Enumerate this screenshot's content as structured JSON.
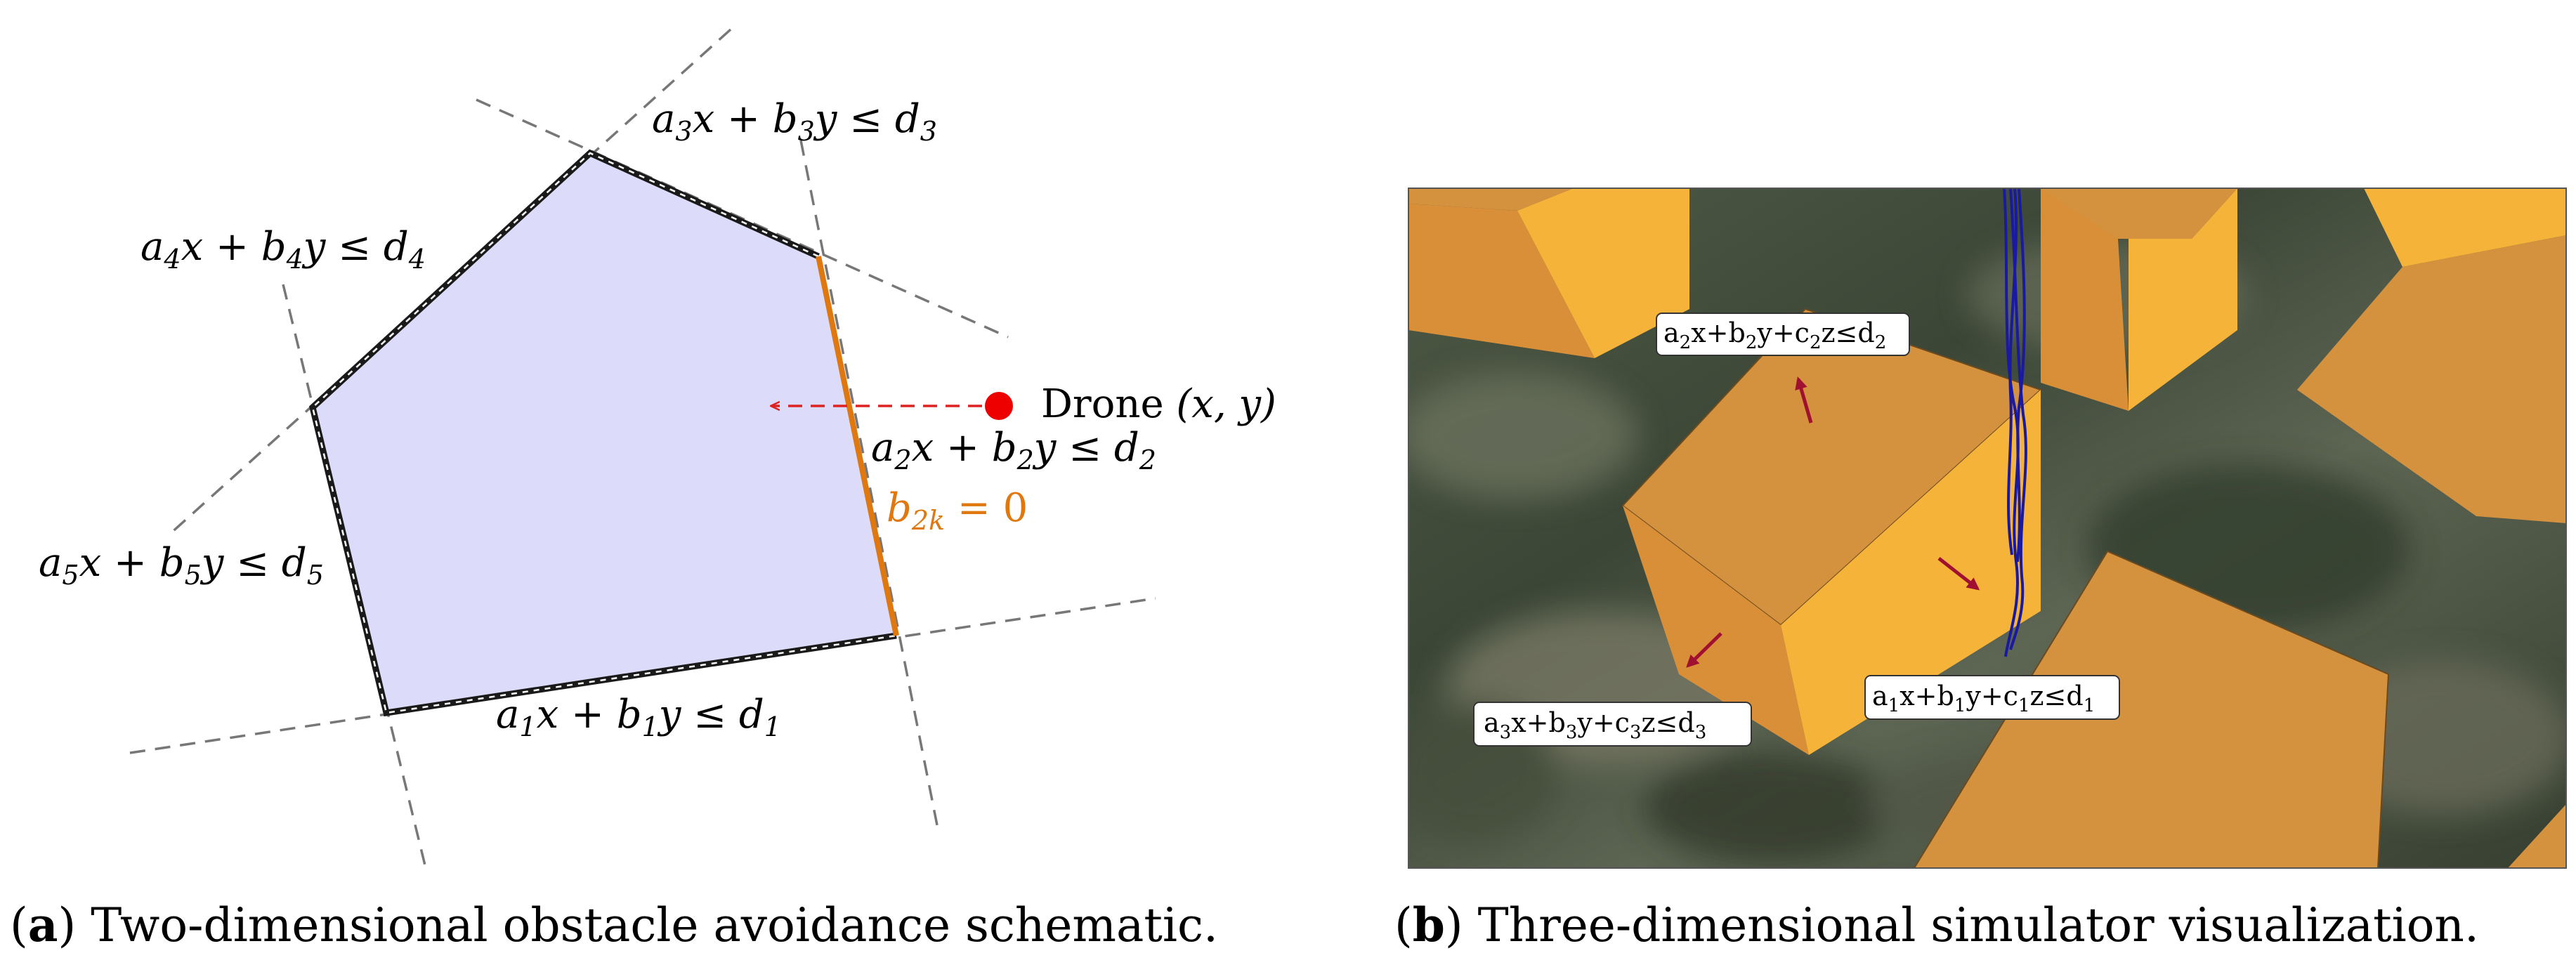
{
  "panel_a": {
    "constraints": {
      "c1": {
        "a": "a",
        "x": "x",
        "plus": " + ",
        "b": "b",
        "y": "y",
        "le": " ≤ ",
        "d": "d",
        "sub": "1"
      },
      "c2": {
        "a": "a",
        "x": "x",
        "plus": " + ",
        "b": "b",
        "y": "y",
        "le": " ≤ ",
        "d": "d",
        "sub": "2"
      },
      "c3": {
        "a": "a",
        "x": "x",
        "plus": " + ",
        "b": "b",
        "y": "y",
        "le": " ≤ ",
        "d": "d",
        "sub": "3"
      },
      "c4": {
        "a": "a",
        "x": "x",
        "plus": " + ",
        "b": "b",
        "y": "y",
        "le": " ≤ ",
        "d": "d",
        "sub": "4"
      },
      "c5": {
        "a": "a",
        "x": "x",
        "plus": " + ",
        "b": "b",
        "y": "y",
        "le": " ≤ ",
        "d": "d",
        "sub": "5"
      }
    },
    "b2k": {
      "b": "b",
      "sub": "2k",
      "eq": " = 0"
    },
    "drone": {
      "word": "Drone ",
      "coords": "(x, y)"
    },
    "caption": {
      "letter": "a",
      "text": " Two-dimensional obstacle avoidance schematic."
    },
    "colors": {
      "polygon_fill": "#dcdcfa",
      "edge": "#1a1a1a",
      "active_edge": "#e07810",
      "drone": "#ee0000",
      "arrow": "#dd2222",
      "dash": "#777777"
    }
  },
  "panel_b": {
    "labels": {
      "l1": {
        "sub": "1"
      },
      "l2": {
        "sub": "2"
      },
      "l3": {
        "sub": "3"
      }
    },
    "glyphs": {
      "a": "a",
      "x": "x+",
      "b": "b",
      "y": "y+",
      "c": "c",
      "z": "z≤",
      "d": "d"
    },
    "caption": {
      "letter": "b",
      "text": " Three-dimensional simulator visualization."
    },
    "colors": {
      "building_top": "#d4913e",
      "building_side": "#f5b33a",
      "trajectory": "#1a1aa0",
      "arrow": "#a01030"
    }
  }
}
